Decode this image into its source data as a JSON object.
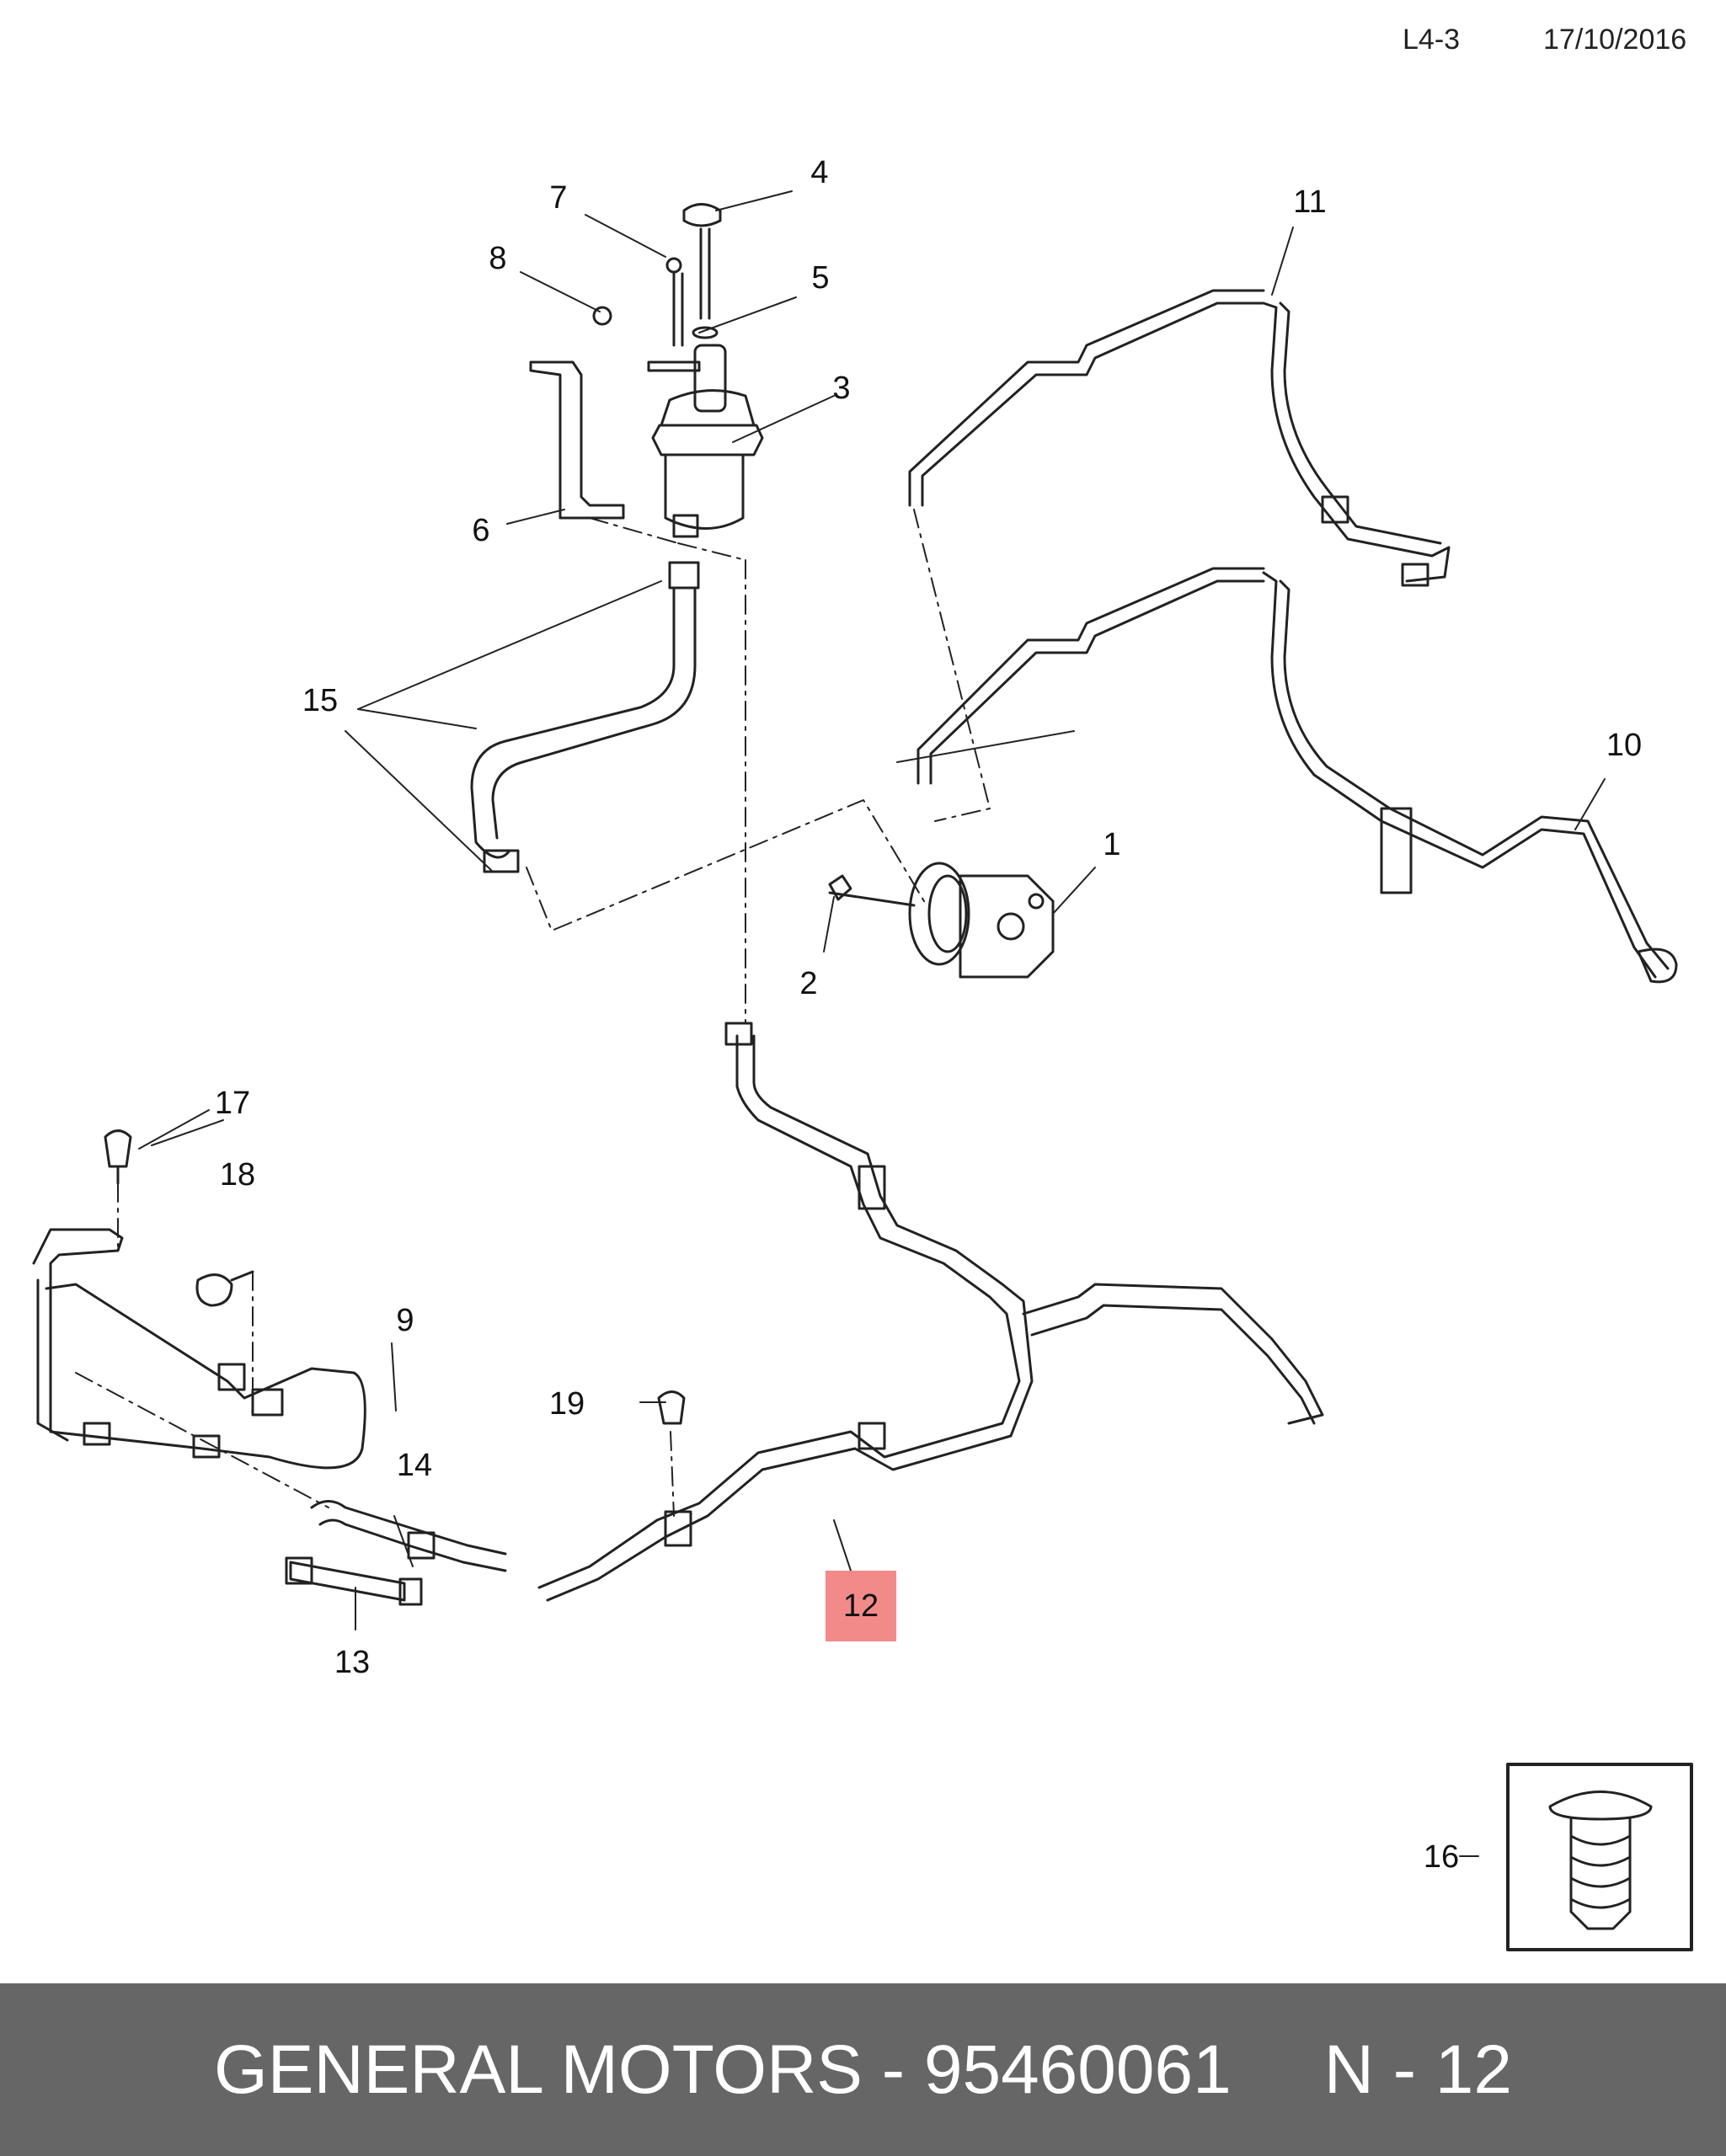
{
  "header": {
    "code": "L4-3",
    "date": "17/10/2016"
  },
  "callouts": [
    {
      "id": "c1",
      "label": "1"
    },
    {
      "id": "c2",
      "label": "2"
    },
    {
      "id": "c3",
      "label": "3"
    },
    {
      "id": "c4",
      "label": "4"
    },
    {
      "id": "c5",
      "label": "5"
    },
    {
      "id": "c6",
      "label": "6"
    },
    {
      "id": "c7",
      "label": "7"
    },
    {
      "id": "c8",
      "label": "8"
    },
    {
      "id": "c9",
      "label": "9"
    },
    {
      "id": "c10",
      "label": "10"
    },
    {
      "id": "c11",
      "label": "11"
    },
    {
      "id": "c12",
      "label": "12",
      "highlighted": true
    },
    {
      "id": "c13",
      "label": "13"
    },
    {
      "id": "c14",
      "label": "14"
    },
    {
      "id": "c15",
      "label": "15"
    },
    {
      "id": "c16",
      "label": "16"
    },
    {
      "id": "c17",
      "label": "17"
    },
    {
      "id": "c18",
      "label": "18"
    },
    {
      "id": "c19",
      "label": "19"
    }
  ],
  "colors": {
    "highlight": "#f28a8a",
    "footer_bg": "#666666",
    "line": "#222222"
  },
  "footer": {
    "brand_part": "GENERAL MOTORS - 95460061",
    "ref": "N - 12"
  }
}
